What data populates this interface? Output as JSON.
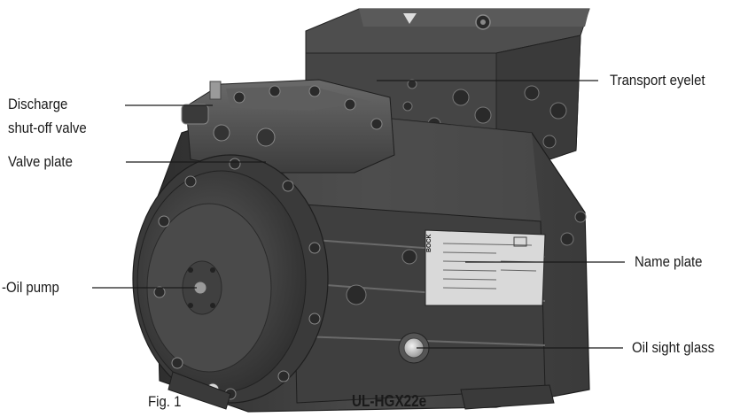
{
  "labels": {
    "discharge_line1": "Discharge",
    "discharge_line2": "shut-off valve",
    "valve_plate": "Valve plate",
    "oil_pump": "-Oil pump",
    "transport_eyelet": "Transport eyelet",
    "name_plate": "Name plate",
    "oil_sight_glass": "Oil sight glass"
  },
  "caption": {
    "figure": "Fig. 1",
    "model": "UL-HGX22e"
  },
  "nameplate_brand": "BOCK",
  "colors": {
    "body_dark": "#3a3a3a",
    "body_mid": "#555555",
    "body_light": "#8a8a8a",
    "leader_line": "#1a1a1a"
  }
}
